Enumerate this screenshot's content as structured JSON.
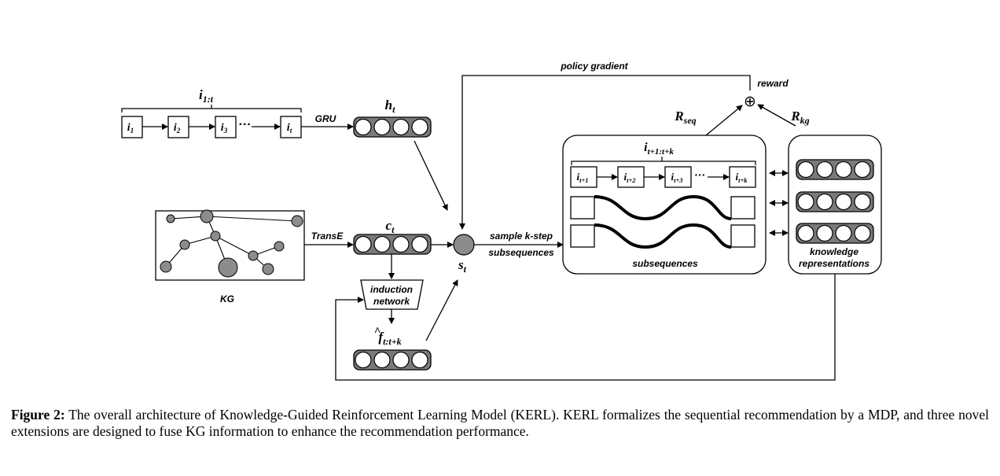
{
  "sequence_label": {
    "main": "i",
    "sub": "1:t"
  },
  "sequence_items": [
    {
      "main": "i",
      "sub": "1"
    },
    {
      "main": "i",
      "sub": "2"
    },
    {
      "main": "i",
      "sub": "3"
    },
    {
      "main": "i",
      "sub": "t"
    }
  ],
  "ellipsis": "···",
  "gru_label": "GRU",
  "ht_label": {
    "main": "h",
    "sub": "t"
  },
  "kg_label": "KG",
  "transe_label": "TransE",
  "ct_label": {
    "main": "c",
    "sub": "t"
  },
  "induction_label": [
    "induction",
    "network"
  ],
  "f_label": {
    "hat": "^",
    "main": "f",
    "sub": "t:t+k"
  },
  "st_label": {
    "main": "s",
    "sub": "t"
  },
  "sample_label": [
    "sample k-step",
    "subsequences"
  ],
  "policy_gradient_label": "policy gradient",
  "reward_label": "reward",
  "plus_symbol": "⊕",
  "rseq_label": {
    "main": "R",
    "sub": "seq"
  },
  "rkg_label": {
    "main": "R",
    "sub": "kg"
  },
  "future_label": {
    "main": "i",
    "sub": "t+1:t+k"
  },
  "future_items": [
    {
      "main": "i",
      "sub": "t+1"
    },
    {
      "main": "i",
      "sub": "t+2"
    },
    {
      "main": "i",
      "sub": "t+3"
    },
    {
      "main": "i",
      "sub": "t+k"
    }
  ],
  "subsequences_label": "subsequences",
  "knowledge_label": [
    "knowledge",
    "representations"
  ],
  "caption": {
    "figure": "Figure 2:",
    "text": "The overall architecture of Knowledge-Guided Reinforcement Learning Model (KERL). KERL formalizes the sequential recommendation by a MDP, and three novel extensions are designed to fuse KG information to enhance the recommendation performance."
  }
}
